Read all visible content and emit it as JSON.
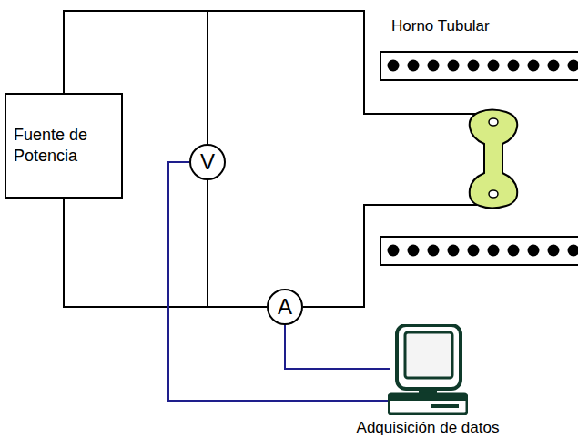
{
  "diagram": {
    "nodes": [
      {
        "text": [
          "Fuente de Potencia"
        ]
      },
      {
        "text": [
          "V"
        ]
      },
      {
        "text": [
          "A"
        ]
      },
      {
        "text": [
          "Adquisición de datos"
        ]
      }
    ],
    "edges": [
      {
        "from": 0,
        "to": 1,
        "arrow": "none"
      },
      {
        "from": 0,
        "to": 2,
        "arrow": "none"
      },
      {
        "from": 1,
        "to": 2,
        "arrow": "none"
      },
      {
        "from": 1,
        "to": 3,
        "arrow": "none"
      },
      {
        "from": 2,
        "to": 3,
        "arrow": "none"
      }
    ],
    "labels": [
      "Horno Tubular"
    ]
  }
}
